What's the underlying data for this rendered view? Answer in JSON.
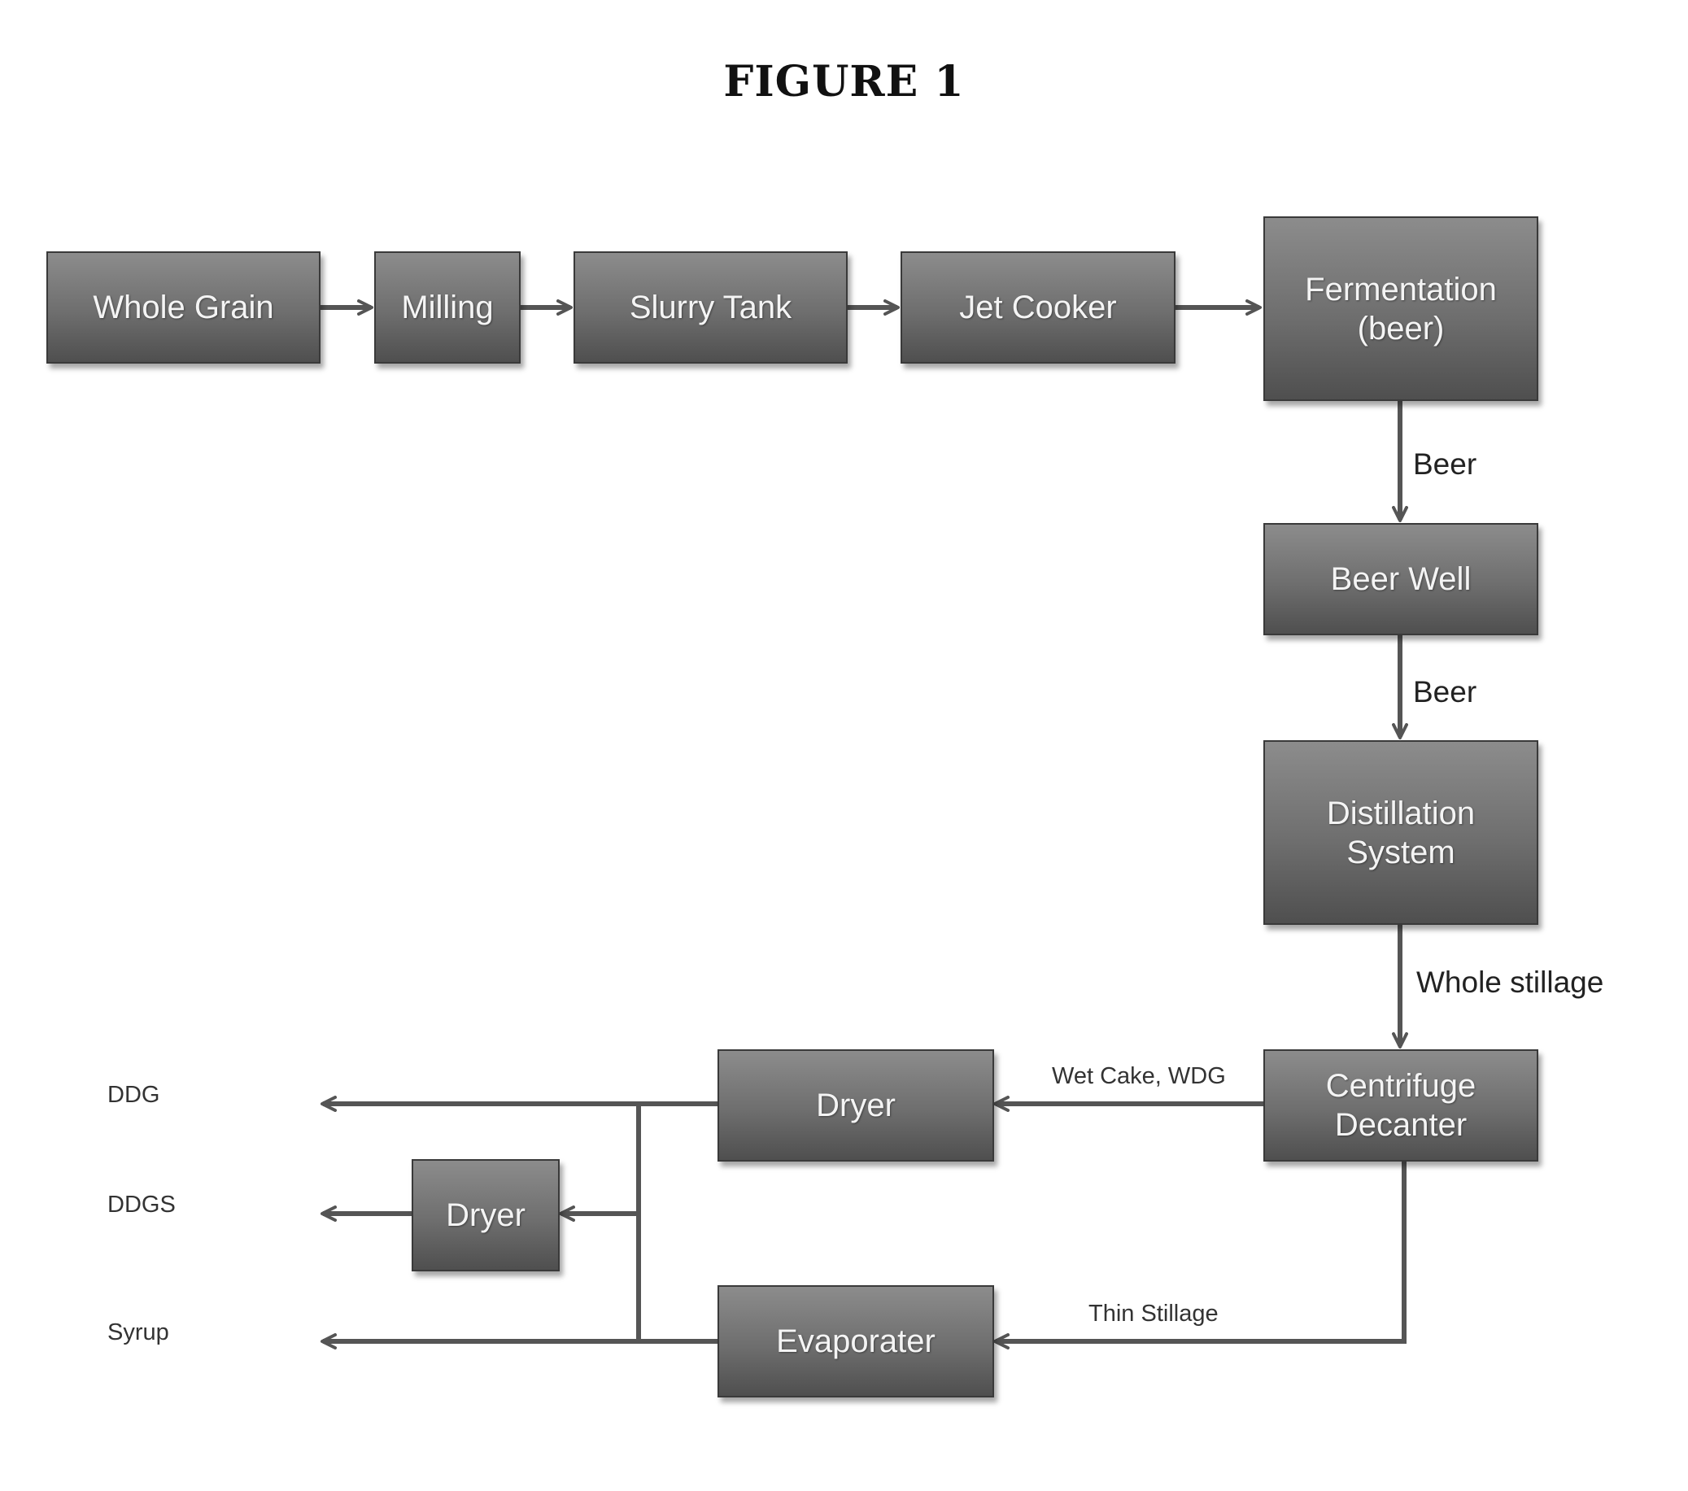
{
  "figure": {
    "title": "FIGURE 1"
  },
  "boxes": {
    "whole_grain": "Whole Grain",
    "milling": "Milling",
    "slurry_tank": "Slurry Tank",
    "jet_cooker": "Jet Cooker",
    "fermentation": "Fermentation\n(beer)",
    "beer_well": "Beer Well",
    "distillation": "Distillation\nSystem",
    "centrifuge": "Centrifuge\nDecanter",
    "dryer_top": "Dryer",
    "dryer_mid": "Dryer",
    "evaporater": "Evaporater"
  },
  "flow_labels": {
    "beer_1": "Beer",
    "beer_2": "Beer",
    "whole_stillage": "Whole stillage",
    "wet_cake": "Wet Cake, WDG",
    "thin_stillage": "Thin Stillage"
  },
  "outputs": {
    "ddg": "DDG",
    "ddgs": "DDGS",
    "syrup": "Syrup"
  }
}
